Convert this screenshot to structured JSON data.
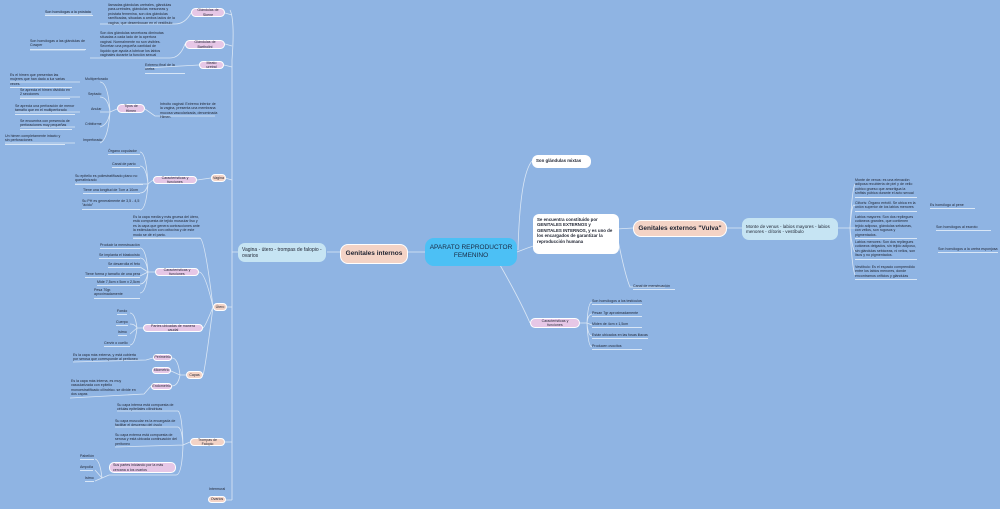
{
  "central": "APARATO REPRODUCTOR FEMENINO",
  "internos": {
    "label": "Genitales internos",
    "summary": "Vagina - útero - trompas de falopio - ovarios",
    "skene": {
      "label": "Glándulas de Skene",
      "text": "llamadas glándulas uretrales, glándulas para-uretrales, glándulas mesoneas y próstata femenina, son dos glándulas ramificadas, situadas a ambos lados de la vagina, que desembocan en el vestíbulo",
      "homolog": "Son homólogas a la próstata"
    },
    "bartholini": {
      "label": "Glándulas de Bartholini",
      "text": "Son dos glándulas secretoras diminutas situadas a cada lado de la apertura vaginal. Normalmente no son visibles. Secretan una pequeña cantidad de líquido que ayuda a lubricar los labios vaginales durante la función sexual",
      "homolog": "Son homólogas a las glándulas de Cowper"
    },
    "meato": {
      "label": "Meato uretral",
      "text": "Extremo final de la uretra"
    },
    "himen": {
      "label": "Tipos de Himen",
      "introito": "Introito vaginal: Extremo inferior de la vagina, presenta una membrana mucosa vascularizada, denominada Himen.",
      "types": [
        {
          "name": "Multiperforado",
          "desc": "Es el himen que presentan las mujeres que han dado a luz varias veces."
        },
        {
          "name": "Septado",
          "desc": "Se aprecia el himen dividido en 2 secciones"
        },
        {
          "name": "Anular",
          "desc": "Se aprecia una perforación de menor tamaño que en el multiperforado"
        },
        {
          "name": "Cribiforme",
          "desc": "Se encuentra con presencia de perforaciones muy pequeñas"
        },
        {
          "name": "Imperforado",
          "desc": "Un himen completamente intacto y sin perforaciones"
        }
      ]
    },
    "vagina": {
      "label": "Vagina",
      "caract_label": "Características y funciones",
      "items": [
        "Órgano copulador",
        "Canal de parto",
        "Su epitelio es poliestratificado plano no queratinizado",
        "Tiene una longitud de 7cm a 10cm",
        "Su PH es generalmente de 3,5 - 4,5 \"ácido\""
      ]
    },
    "utero": {
      "label": "Útero",
      "miometrio_text": "Es la capa media y más gruesa del útero, está compuesta de tejido muscular liso y es la capa que genera contracciones ante la estimulación con oxitocina y de este modo se dé el parto.",
      "caract_label": "Características y funciones",
      "items": [
        "Producir la menstruación",
        "Se implanta el blastocisto",
        "Se desarrolla el feto",
        "Tiene forma y tamaño de una pera",
        "Mide 7,5cm x 5cm x 2,5cm",
        "Pesa 70gr. aproximadamente"
      ],
      "partes_label": "Partes ubicadas de manera caudal",
      "partes": [
        "Fondo",
        "Cuerpo",
        "Istmo",
        "Cervix o cuello"
      ],
      "capas_label": "Capas",
      "capas": [
        {
          "name": "Perimetrio",
          "desc": "Es la capa más externa, y está cubierta por serosa que corresponde al peritoneo"
        },
        {
          "name": "Miometrio",
          "desc": ""
        },
        {
          "name": "Endometrio",
          "desc": "Es la capa más interna, es muy vascularizada con epitelio monoestratificado cilíndrico. se divide en dos capas"
        }
      ]
    },
    "trompas": {
      "label": "Trompas de Falopio",
      "items": [
        "Su capa interna está compuesta de células epiteliales cilíndricas",
        "Su capa muscular es la encargada de facilitar el descenso del óvulo",
        "Su capa externa está compuesta de serosa y está ubicada continuación del peritoneo"
      ],
      "partes_label": "Sus partes iniciando por la más cercana a los ovarios",
      "partes": [
        "Pabellón",
        "Ampolla",
        "Istmo"
      ]
    },
    "intermural": "Intermural",
    "ovarios": "Ovarios"
  },
  "mixtas": "Son glándulas mixtas",
  "constituido": "Se encuentra constituido por GENITALES EXTERNOS y GENITALES INTERNOS, y es uno de los encargados de garantizar la reproducción humana",
  "externos": {
    "label": "Genitales externos \"Vulva\"",
    "summary": "Monte de venus - labios mayores - labios menores - clítoris - vestíbulo",
    "items": [
      {
        "text": "Monte de venus: es una elevación adiposa recubierta de piel y de vello púbico grueso que amortigua la sínfisis púbica durante el acto sexual",
        "note": ""
      },
      {
        "text": "Clítoris: Órgano eréctil. Se ubica en la unión superior de los labios menores",
        "note": "Es homólogo al pene"
      },
      {
        "text": "Labios mayores: Son dos repliegues cutáneos grandes, que contienen tejido adiposo, glándulas sebáceas, con vellos, son rugosos y pigmentados.",
        "note": "Son homólogos al escroto"
      },
      {
        "text": "Labios menores: Son dos repliegues cutáneos delgados, sin tejido adiposo, sin glándulas sebáceas, ni vellos, son lisos y no pigmentados.",
        "note": "Son homólogos a la uretra esponjosa"
      },
      {
        "text": "Vestíbulo: Es el espacio comprendido entre los labios menores, donde encontramos orificios y glándulas",
        "note": ""
      }
    ],
    "canal": "Canal de menstruación"
  },
  "ovario_caract": {
    "label": "Características y funciones",
    "items": [
      "Son homólogos a los testículos",
      "Pesan 7gr aproximadamente",
      "Miden de 4cm x 1,5cm",
      "Están ubicados en las fosas iliacas",
      "Producen ovocitos"
    ]
  },
  "colors": {
    "background": "#8fb4e3",
    "central": "#4cc0f5",
    "pink": "#e6c7e6",
    "salmon": "#f3d3c6",
    "light_blue": "#c6e4f3"
  }
}
